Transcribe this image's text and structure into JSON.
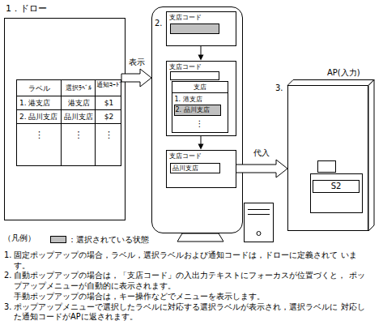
{
  "diagram": {
    "nodes": [
      {
        "text": [
          "1．ドロー"
        ]
      },
      {
        "text": [
          "ラベル",
          "選択ﾗﾍﾞﾙ",
          "通知ｺｰﾄﾞ",
          "1. 港支店",
          "港支店",
          "$1",
          "2. 品川支店",
          "品川支店",
          "$2",
          "⋮",
          "⋮",
          "⋮"
        ],
        "in": 0
      },
      {
        "text": [
          "2."
        ]
      },
      {
        "text": [
          "支店コード"
        ],
        "in": 2
      },
      {
        "text": [
          "支店コード"
        ],
        "in": 2
      },
      {
        "text": [
          "支店",
          "1. 港支店",
          "2. 品川支店",
          "⋮"
        ],
        "in": 4
      },
      {
        "text": [
          "支店コード"
        ],
        "in": 2
      },
      {
        "text": [
          "品川支店"
        ],
        "in": 6
      },
      {
        "text": [
          "AP(入力)"
        ]
      },
      {
        "text": [
          "S2"
        ],
        "in": 8
      }
    ],
    "edges": [
      {
        "from": 1,
        "to": 2,
        "label": "表示",
        "arrow": "to"
      },
      {
        "from": 3,
        "to": 4,
        "arrow": "to"
      },
      {
        "from": 4,
        "to": 6,
        "arrow": "to"
      },
      {
        "from": 6,
        "to": 8,
        "label": "代入",
        "arrow": "to"
      }
    ],
    "labels": [
      "3.",
      "（凡例）",
      "1. 固定ポップアップの場合，ラベル，選択ラベルおよび通知コードは，ドローに定義されて います。",
      "2. 自動ポップアップの場合は，「支店コード」の入出力テキストにフォーカスが位置づくと， ポップアップメニューが自動的に表示されます。",
      "手動ポップアップの場合は，キー操作などでメニューを表示します。",
      "3. ポップアップメニューで選択したラベルに対応する選択ラベルが表示され，選択ラベルに 対応した通知コードがAPに返されます。"
    ],
    "legend": [
      {
        "text": "：選択されている状態",
        "color": "#c0c0c0"
      }
    ]
  }
}
